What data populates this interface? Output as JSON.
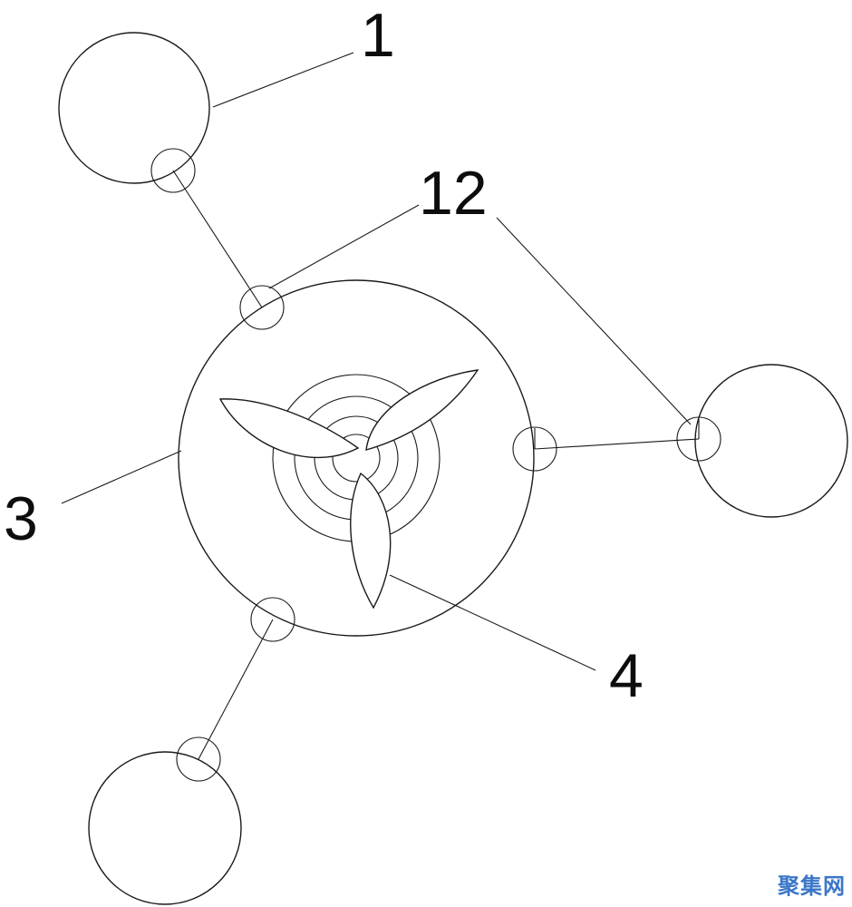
{
  "labels": {
    "part_1": "1",
    "part_12": "12",
    "part_3": "3",
    "part_4": "4"
  },
  "watermark": {
    "text": "聚集网",
    "color": "#3a76c8"
  },
  "colors": {
    "stroke": "#1a1a1a",
    "background": "#ffffff"
  }
}
